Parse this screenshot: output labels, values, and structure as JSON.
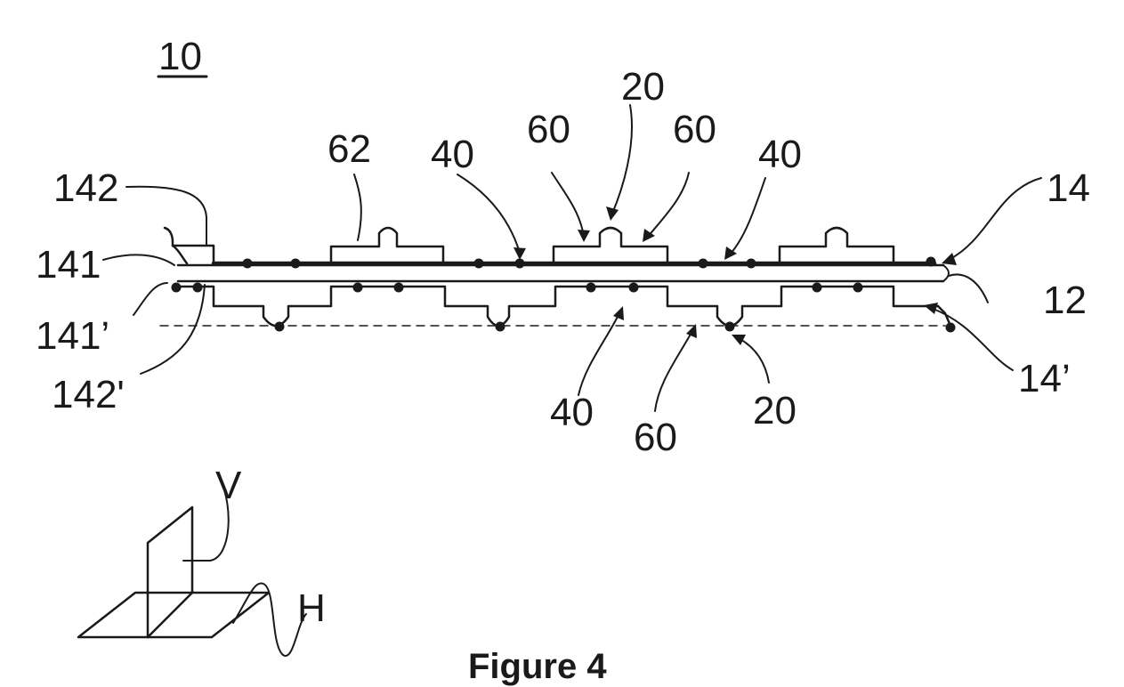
{
  "figure": {
    "ref_main": "10",
    "caption": "Figure 4"
  },
  "labels": {
    "l142": "142",
    "l141": "141",
    "l141p": "141’",
    "l142p": "142'",
    "l62": "62",
    "l40a": "40",
    "l60a": "60",
    "l20a": "20",
    "l60b": "60",
    "l40b": "40",
    "l14": "14",
    "l12": "12",
    "l14p": "14’",
    "l40c": "40",
    "l60c": "60",
    "l20b": "20",
    "lV": "V",
    "lH": "H"
  },
  "colors": {
    "ink": "#1a1a1a",
    "background": "#ffffff"
  }
}
